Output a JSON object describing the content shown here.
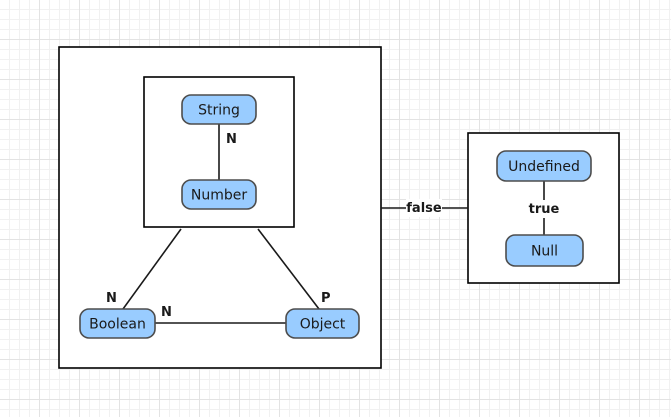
{
  "nodes": {
    "string": "String",
    "number": "Number",
    "boolean": "Boolean",
    "object": "Object",
    "undefined": "Undefined",
    "null": "Null"
  },
  "edges": {
    "string_number": "N",
    "number_boolean": "N",
    "number_object": "P",
    "boolean_object": "N",
    "group_link": "false",
    "undefined_null": "true"
  },
  "colors": {
    "node_fill": "#99ccff",
    "node_stroke": "#4d4d4d",
    "frame_stroke": "#000000"
  }
}
